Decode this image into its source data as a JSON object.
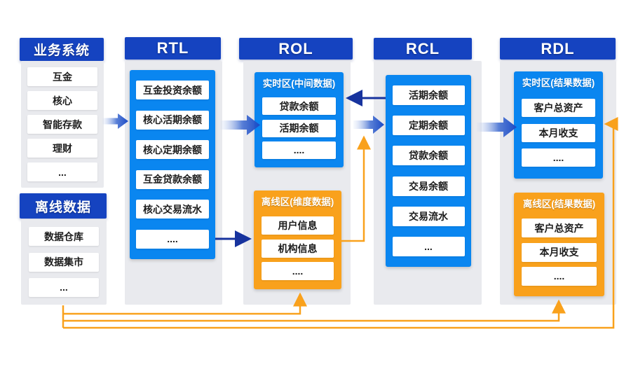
{
  "colors": {
    "header_blue": "#1543C0",
    "bright_blue": "#0A86F0",
    "orange": "#F9A11C",
    "navy_arrow": "#17339E",
    "panel_gray": "#E9EAEE"
  },
  "business_system": {
    "title": "业务系统",
    "items": [
      "互金",
      "核心",
      "智能存款",
      "理财",
      "..."
    ]
  },
  "offline_data": {
    "title": "离线数据",
    "items": [
      "数据仓库",
      "数据集市",
      "..."
    ]
  },
  "rtl": {
    "title": "RTL",
    "items": [
      "互金投资余额",
      "核心活期余额",
      "核心定期余额",
      "互金贷款余额",
      "核心交易流水",
      "...."
    ]
  },
  "rol": {
    "title": "ROL",
    "realtime": {
      "title": "实时区(中间数据)",
      "items": [
        "贷款余额",
        "活期余额",
        "...."
      ]
    },
    "offline": {
      "title": "离线区(维度数据)",
      "items": [
        "用户信息",
        "机构信息",
        "...."
      ]
    }
  },
  "rcl": {
    "title": "RCL",
    "items": [
      "活期余额",
      "定期余额",
      "贷款余额",
      "交易余额",
      "交易流水",
      "..."
    ]
  },
  "rdl": {
    "title": "RDL",
    "realtime": {
      "title": "实时区(结果数据)",
      "items": [
        "客户总资产",
        "本月收支",
        "...."
      ]
    },
    "offline": {
      "title": "离线区(结果数据)",
      "items": [
        "客户总资产",
        "本月收支",
        "...."
      ]
    }
  }
}
